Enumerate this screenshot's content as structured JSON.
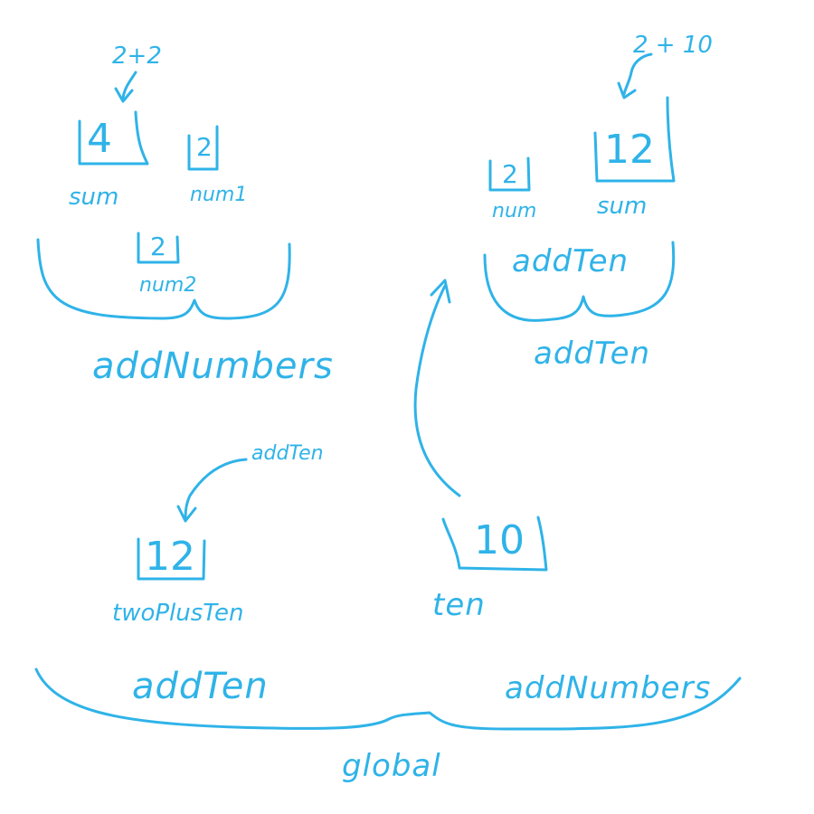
{
  "background": "#ffffff",
  "ink_color": "#2fb3e8",
  "global_scope": {
    "label": "global",
    "items": [
      "addTen",
      "addNumbers"
    ]
  },
  "ten": {
    "name": "ten",
    "value": "10"
  },
  "two_plus_ten": {
    "name": "twoPlusTen",
    "value": "12",
    "assigned_from": "addTen"
  },
  "add_numbers_scope": {
    "label": "addNumbers",
    "sum": {
      "name": "sum",
      "value": "4",
      "expression": "2+2"
    },
    "num1": {
      "name": "num1",
      "value": "2"
    },
    "num2": {
      "name": "num2",
      "value": "2"
    }
  },
  "add_ten_scope": {
    "label": "addTen",
    "inner_label": "addTen",
    "num": {
      "name": "num",
      "value": "2"
    },
    "sum": {
      "name": "sum",
      "value": "12",
      "expression": "2 + 10"
    }
  }
}
